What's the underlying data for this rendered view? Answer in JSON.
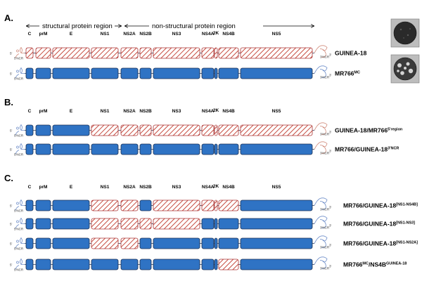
{
  "panels": [
    {
      "letter": "A."
    },
    {
      "letter": "B."
    },
    {
      "letter": "C."
    }
  ],
  "regions": {
    "structural": "structural protein region",
    "nonstructural": "non-structural protein region"
  },
  "genes": [
    "C",
    "prM",
    "E",
    "NS1",
    "NS2A",
    "NS2B",
    "NS3",
    "NS4A",
    "2K",
    "NS4B",
    "NS5"
  ],
  "utr": {
    "five_label": "5'NCR",
    "three_label": "3'NCR",
    "five_prime": "5'",
    "three_prime": "3'"
  },
  "constructs": [
    {
      "id": "guinea18",
      "panel": 0,
      "label": "GUINEA-18",
      "sup": "",
      "pattern": [
        "r",
        "r",
        "r",
        "r",
        "r",
        "r",
        "r",
        "r",
        "r",
        "r",
        "r"
      ],
      "utr5": "r",
      "utr3": "r"
    },
    {
      "id": "mr766mc",
      "panel": 0,
      "label": "MR766",
      "sup": "MC",
      "pattern": [
        "b",
        "b",
        "b",
        "b",
        "b",
        "b",
        "b",
        "b",
        "b",
        "b",
        "b"
      ],
      "utr5": "b",
      "utr3": "b"
    },
    {
      "id": "g18_mr5",
      "panel": 1,
      "label": "GUINEA-18/MR766",
      "sup": "5'region",
      "pattern": [
        "b",
        "b",
        "b",
        "r",
        "r",
        "r",
        "r",
        "r",
        "r",
        "r",
        "r"
      ],
      "utr5": "b",
      "utr3": "r"
    },
    {
      "id": "mr_g18_3",
      "panel": 1,
      "label": "MR766/GUINEA-18",
      "sup": "3'NCR",
      "pattern": [
        "b",
        "b",
        "b",
        "b",
        "b",
        "b",
        "b",
        "b",
        "b",
        "b",
        "b"
      ],
      "utr5": "b",
      "utr3": "r"
    },
    {
      "id": "c1",
      "panel": 2,
      "label": "MR766/GUINEA-18",
      "sup": "[NS1-NS4B]",
      "pattern": [
        "b",
        "b",
        "b",
        "r",
        "r",
        "b",
        "r",
        "r",
        "r",
        "r",
        "b"
      ],
      "utr5": "b",
      "utr3": "b"
    },
    {
      "id": "c2",
      "panel": 2,
      "label": "MR766/GUINEA-18",
      "sup": "[NS1-NS3]",
      "pattern": [
        "b",
        "b",
        "b",
        "r",
        "r",
        "r",
        "r",
        "b",
        "b",
        "b",
        "b"
      ],
      "utr5": "b",
      "utr3": "b"
    },
    {
      "id": "c3",
      "panel": 2,
      "label": "MR766/GUINEA-18",
      "sup": "[NS1-NS2A]",
      "pattern": [
        "b",
        "b",
        "b",
        "r",
        "r",
        "b",
        "b",
        "b",
        "b",
        "b",
        "b"
      ],
      "utr5": "b",
      "utr3": "b"
    },
    {
      "id": "c4",
      "panel": 2,
      "label": "MR766",
      "sup": "MC",
      "label2": "/NS4B",
      "sup2": "GUINEA-18",
      "pattern": [
        "b",
        "b",
        "b",
        "b",
        "b",
        "b",
        "b",
        "b",
        "b",
        "r",
        "b"
      ],
      "utr5": "b",
      "utr3": "b"
    }
  ],
  "colors": {
    "blue": "#2f73c4",
    "red_hatch": "#c0392b",
    "utr_red": "#d08a7a",
    "utr_blue": "#6c8cc8"
  }
}
